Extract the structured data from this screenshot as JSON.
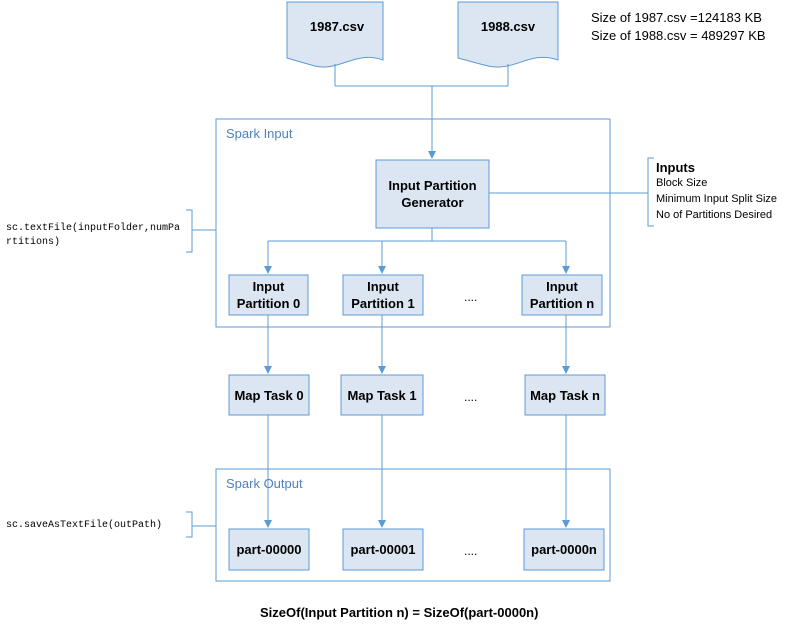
{
  "files": [
    "1987.csv",
    "1988.csv"
  ],
  "sizes": [
    "Size of 1987.csv =124183 KB",
    "Size of 1988.csv = 489297 KB"
  ],
  "spark_input_title": "Spark Input",
  "spark_output_title": "Spark Output",
  "generator_label": "Input Partition Generator",
  "partitions": [
    "Input Partition 0",
    "Input Partition 1",
    "Input Partition n"
  ],
  "map_tasks": [
    "Map Task 0",
    "Map Task 1",
    "Map Task n"
  ],
  "parts": [
    "part-00000",
    "part-00001",
    "part-0000n"
  ],
  "ellipsis": "....",
  "inputs": {
    "title": "Inputs",
    "items": [
      "Block Size",
      "Minimum Input Split Size",
      "No of Partitions Desired"
    ]
  },
  "code": {
    "text_file": "sc.textFile(inputFolder,numPartitions)",
    "save_as": "sc.saveAsTextFile(outPath)"
  },
  "footer": "SizeOf(Input Partition n) = SizeOf(part-0000n)",
  "colors": {
    "node_fill": "#dce6f2",
    "node_border": "#5b9bd5",
    "group_border": "#5b9bd5",
    "arrow": "#5b9bd5",
    "group_title": "#4f81bd",
    "connector": "#5b9bd5"
  }
}
